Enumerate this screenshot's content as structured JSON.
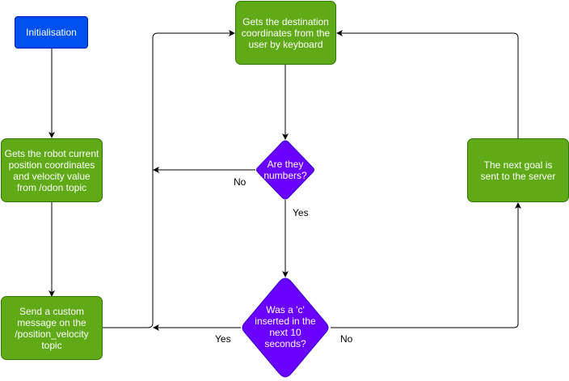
{
  "nodes": {
    "initialisation": "Initialisation",
    "get_destination": "Gets the destination coordinates from the user by keyboard",
    "get_robot_position": "Gets the robot current position coordinates and velocity value from /odon topic",
    "send_message": "Send a custom message on the /position_velocity topic",
    "next_goal": "The next goal is sent to the server"
  },
  "decisions": {
    "are_numbers": [
      "Are they",
      "numbers?"
    ],
    "c_inserted": [
      "Was a 'c'",
      "inserted in the",
      "next 10",
      "seconds?"
    ]
  },
  "edge_labels": {
    "numbers_no": "No",
    "numbers_yes": "Yes",
    "c_yes": "Yes",
    "c_no": "No"
  },
  "colors": {
    "start_fill": "#0050ef",
    "process_fill": "#60a917",
    "decision_fill": "#6a00ff",
    "edge": "#000000"
  }
}
